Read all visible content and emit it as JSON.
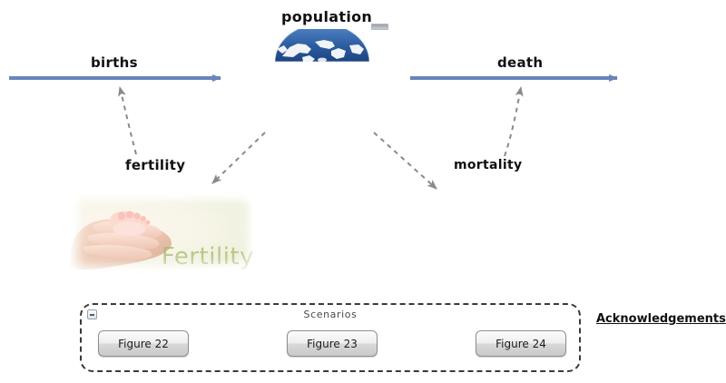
{
  "diagram": {
    "title_label": "population",
    "flows": [
      {
        "id": "births",
        "label": "births",
        "color": "#6a84ba"
      },
      {
        "id": "death",
        "label": "death",
        "color": "#6a84ba"
      }
    ],
    "drivers": [
      {
        "id": "fertility",
        "label": "fertility"
      },
      {
        "id": "mortality",
        "label": "mortality"
      }
    ],
    "globe": {
      "icon": "globe-hemisphere-icon",
      "ocean_color": "#2b5a9e",
      "land_color": "#f2f4f7"
    },
    "population_dash_icon": "minimize-dash-icon"
  },
  "fertility_image": {
    "icon": "baby-foot-in-hand-photo",
    "caption": "Fertility",
    "caption_color": "#a9b96a"
  },
  "scenarios": {
    "title": "Scenarios",
    "collapse_icon": "collapse-minus-icon",
    "buttons": [
      {
        "id": "figure-22",
        "label": "Figure 22"
      },
      {
        "id": "figure-23",
        "label": "Figure 23"
      },
      {
        "id": "figure-24",
        "label": "Figure 24"
      }
    ]
  },
  "links": {
    "acknowledgements": "Acknowledgements"
  },
  "colors": {
    "flow_arrow": "#6a84ba",
    "dashed_connector": "#8a8a8a",
    "group_border": "#3a3a3a",
    "text": "#111111"
  }
}
